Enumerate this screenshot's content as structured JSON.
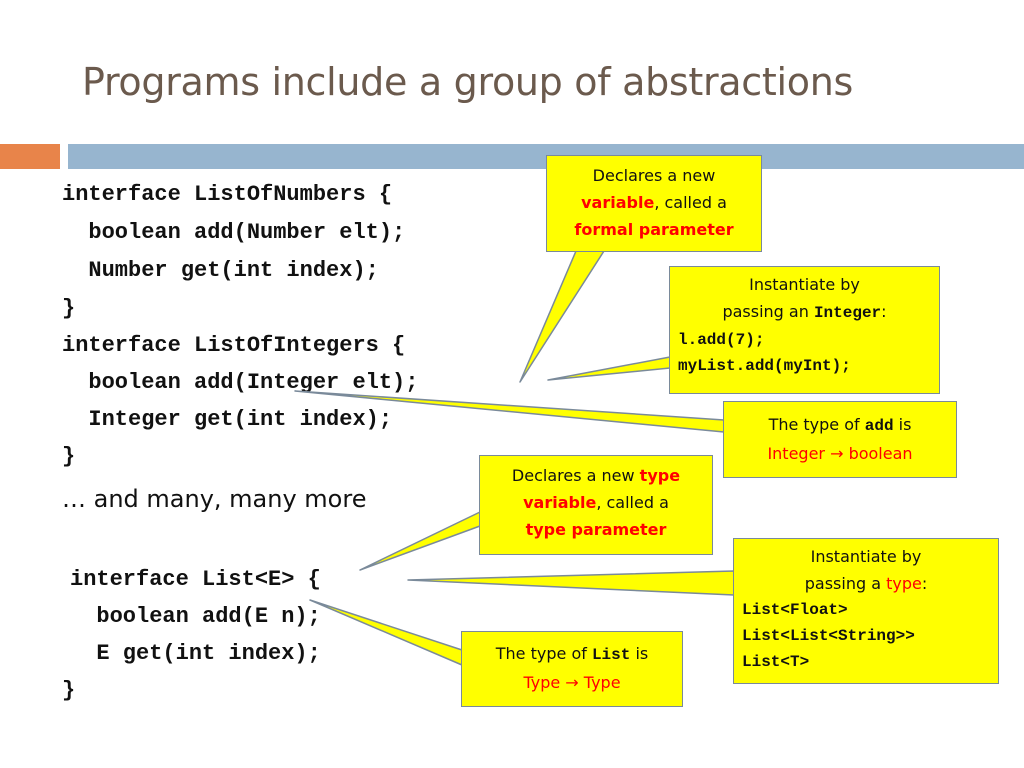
{
  "title": "Programs include a group of abstractions",
  "code_lines": [
    "interface ListOfNumbers {",
    "  boolean add(Number elt);",
    "  Number get(int index);",
    "}",
    "interface ListOfIntegers {",
    "  boolean add(Integer elt);",
    "  Integer get(int index);",
    "}"
  ],
  "more_text": "… and many, many more",
  "generic_lines": [
    "interface List<E> {",
    "  boolean add(E n);",
    "  E get(int index);",
    "}"
  ],
  "callouts": {
    "formal": {
      "line1": "Declares a new",
      "red": "variable",
      "rest": ", called a",
      "line3": "formal parameter"
    },
    "instantiate_integer": {
      "line1": "Instantiate by",
      "line2_pre": "passing an ",
      "line2_code": "Integer",
      "line2_post": ":",
      "code1": "l.add(7);",
      "code2": "myList.add(myInt);"
    },
    "type_add": {
      "pre": "The type of ",
      "code": "add",
      "post": " is",
      "line2": "Integer → boolean"
    },
    "type_param": {
      "pre": "Declares a new ",
      "red1": "type",
      "red2": "variable",
      "rest": ", called a",
      "line3": "type parameter"
    },
    "instantiate_type": {
      "line1": "Instantiate by",
      "line2_pre": "passing a ",
      "line2_red": "type",
      "line2_post": ":",
      "code1": "List<Float>",
      "code2": "List<List<String>>",
      "code3": "List<T>"
    },
    "type_list": {
      "pre": "The type of ",
      "code": "List",
      "post": " is",
      "line2": "Type → Type"
    }
  },
  "colors": {
    "title": "#6b5a4d",
    "orange_bar": "#e8844a",
    "blue_bar": "#97b5cf",
    "callout_fill": "#ffff00",
    "callout_red": "#ff0000"
  }
}
